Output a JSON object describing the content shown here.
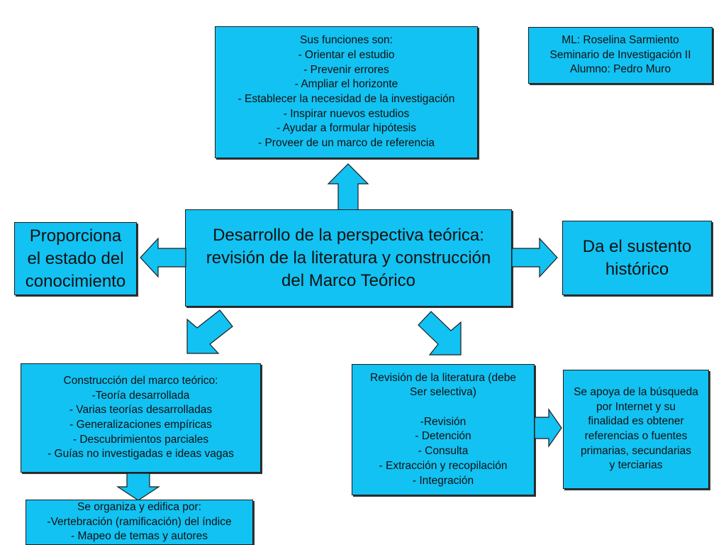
{
  "top_box": {
    "lines": [
      "Sus funciones son:",
      "- Orientar el estudio",
      "- Prevenir errores",
      "- Ampliar el horizonte",
      "- Establecer la necesidad de la investigación",
      "- Inspirar nuevos estudios",
      "- Ayudar a formular hipótesis",
      "- Proveer de un marco de referencia"
    ]
  },
  "credits_box": {
    "lines": [
      "ML: Roselina Sarmiento",
      "Seminario de Investigación II",
      "Alumno: Pedro Muro"
    ]
  },
  "center_box": {
    "lines": [
      "Desarrollo de la perspectiva teórica:",
      "revisión de la literatura y construcción",
      "del Marco Teórico"
    ]
  },
  "left_box": {
    "lines": [
      "Proporciona",
      "el estado del",
      "conocimiento"
    ]
  },
  "right_box": {
    "lines": [
      "Da el sustento",
      "histórico"
    ]
  },
  "construction_box": {
    "lines": [
      "Construcción del marco teórico:",
      "-Teoría desarrollada",
      "- Varias teorías desarrolladas",
      "- Generalizaciones empíricas",
      "- Descubrimientos parciales",
      "- Guías no investigadas e ideas vagas"
    ]
  },
  "organize_box": {
    "lines": [
      "Se organiza y edifica por:",
      "-Vertebración (ramificación) del índice",
      "- Mapeo de temas y autores"
    ]
  },
  "review_box": {
    "lines": [
      "Revisión de la literatura (debe",
      "Ser selectiva)",
      "",
      "-Revisión",
      "- Detención",
      "- Consulta",
      "- Extracción y recopilación",
      "- Integración"
    ]
  },
  "internet_box": {
    "lines": [
      "Se apoya de la búsqueda",
      "por Internet y su",
      "finalidad es obtener",
      "referencias o fuentes",
      "primarias, secundarias",
      "y terciarias"
    ]
  },
  "colors": {
    "box_fill": "#12c2f2",
    "border": "#1d1d1d",
    "background": "#ffffff"
  }
}
